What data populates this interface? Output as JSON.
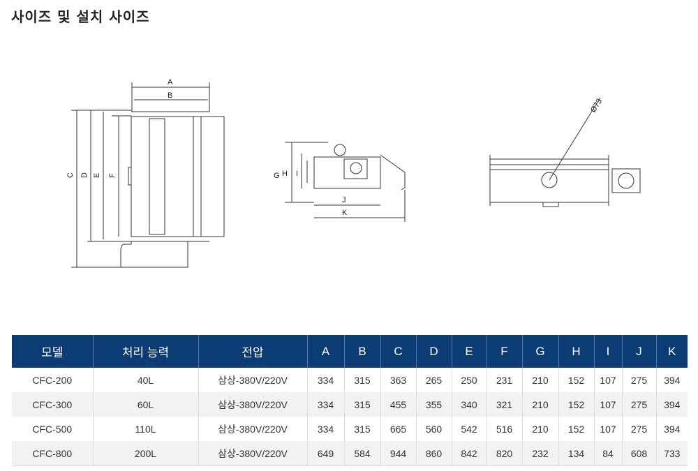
{
  "title": "사이즈 및 설치 사이즈",
  "diagrams": {
    "top_view": {
      "labels": [
        "A",
        "B",
        "C",
        "D",
        "E",
        "F"
      ]
    },
    "side_view": {
      "labels": [
        "G",
        "H",
        "I",
        "J",
        "K"
      ]
    },
    "front_view": {
      "labels": [
        "Ø73"
      ]
    }
  },
  "table": {
    "headers": [
      "모델",
      "처리 능력",
      "전압",
      "A",
      "B",
      "C",
      "D",
      "E",
      "F",
      "G",
      "H",
      "I",
      "J",
      "K"
    ],
    "rows": [
      [
        "CFC-200",
        "40L",
        "삼상-380V/220V",
        "334",
        "315",
        "363",
        "265",
        "250",
        "231",
        "210",
        "152",
        "107",
        "275",
        "394"
      ],
      [
        "CFC-300",
        "60L",
        "삼상-380V/220V",
        "334",
        "315",
        "455",
        "355",
        "340",
        "321",
        "210",
        "152",
        "107",
        "275",
        "394"
      ],
      [
        "CFC-500",
        "110L",
        "삼상-380V/220V",
        "334",
        "315",
        "665",
        "560",
        "542",
        "516",
        "210",
        "152",
        "107",
        "275",
        "394"
      ],
      [
        "CFC-800",
        "200L",
        "삼상-380V/220V",
        "649",
        "584",
        "944",
        "860",
        "842",
        "820",
        "232",
        "134",
        "84",
        "608",
        "733"
      ]
    ]
  },
  "colors": {
    "header_bg": "#0b3d74"
  }
}
